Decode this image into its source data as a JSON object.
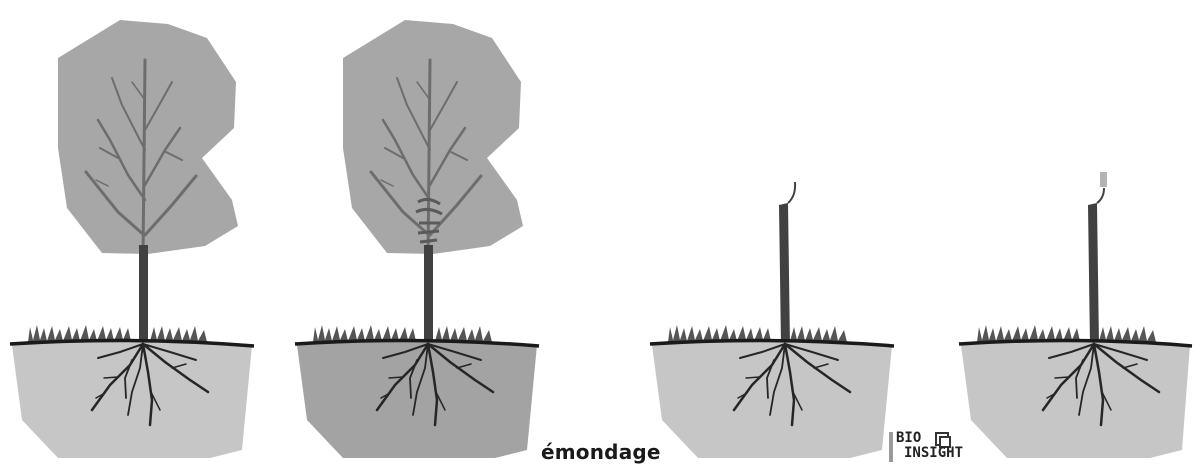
{
  "caption": "émondage",
  "logo": {
    "line1": "BIO",
    "line2": "INSIGHT"
  },
  "colors": {
    "canopy": "#a7a7a7",
    "soil_light": "#c6c6c6",
    "soil_dark": "#a3a3a3",
    "trunk": "#414141",
    "branch": "#6d6d6d",
    "root": "#262626",
    "grass": "#555555",
    "cut_mark": "#5a5a5a"
  }
}
